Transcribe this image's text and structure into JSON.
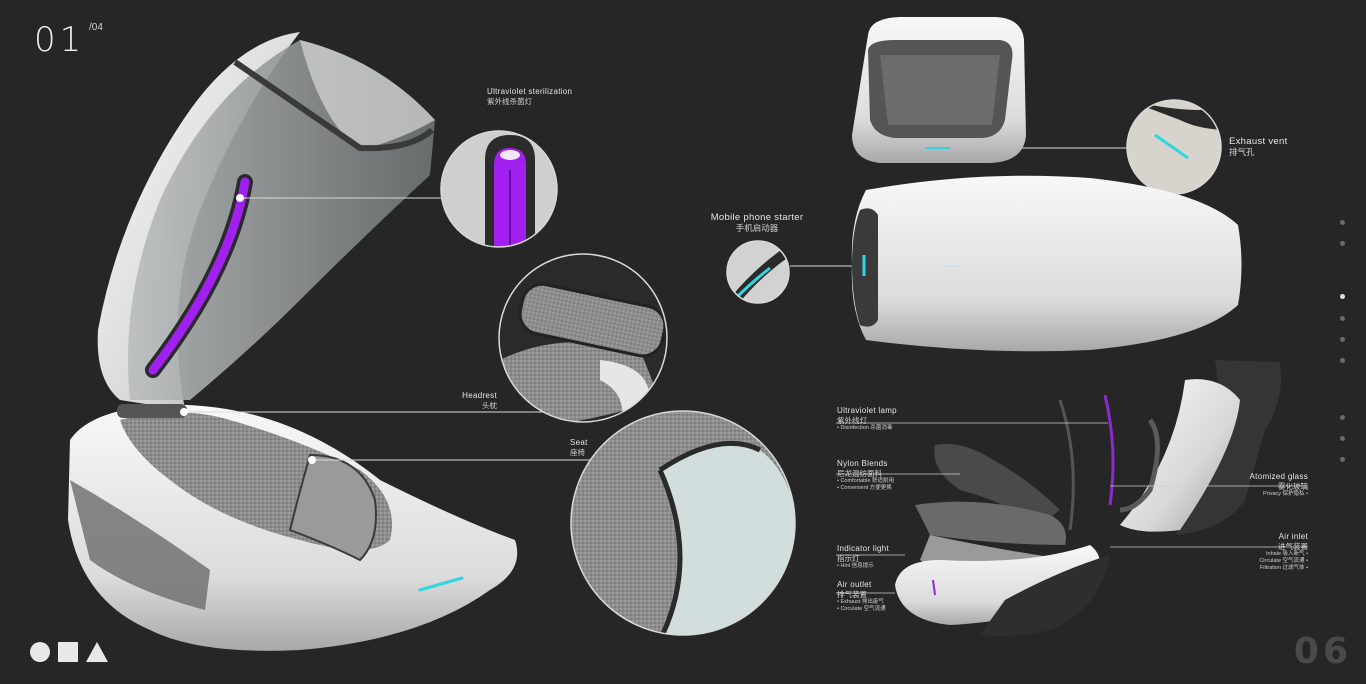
{
  "page": {
    "number": "01",
    "total": "/04",
    "footer_number": "06"
  },
  "callouts": {
    "uv_sterilization": {
      "en": "Ultraviolet sterilization",
      "cn": "紫外线杀菌灯"
    },
    "headrest": {
      "en": "Headrest",
      "cn": "头枕"
    },
    "seat": {
      "en": "Seat",
      "cn": "座椅"
    },
    "exhaust_vent": {
      "en": "Exhaust vent",
      "cn": "排气孔"
    },
    "mobile_phone_starter": {
      "en": "Mobile phone starter",
      "cn": "手机启动器"
    }
  },
  "exploded": {
    "uv_lamp": {
      "en": "Ultraviolet lamp",
      "cn": "紫外线灯",
      "items": [
        "• Disinfection   杀菌消毒"
      ]
    },
    "nylon_blends": {
      "en": "Nylon Blends",
      "cn": "尼龙混纺面料",
      "items": [
        "• Comfortable   舒适耐用",
        "• Convenient   方便更换"
      ]
    },
    "indicator_light": {
      "en": "Indicator light",
      "cn": "指示灯",
      "items": [
        "• Hint   信息提示"
      ]
    },
    "air_outlet": {
      "en": "Air outlet",
      "cn": "排气装置",
      "items": [
        "• Exhaust   排出废气",
        "• Circulate   空气流通"
      ]
    },
    "atomized_glass": {
      "en": "Atomized glass",
      "cn": "雾化玻璃",
      "items": [
        "Privacy   保护隐私 •"
      ]
    },
    "air_inlet": {
      "en": "Air inlet",
      "cn": "进气装置",
      "items": [
        "Inhale   吸入新气 •",
        "Circulate   空气流通 •",
        "Filtration   过滤气体 •"
      ]
    }
  },
  "nav_dots": [
    false,
    false,
    true,
    false,
    false,
    false,
    false,
    false,
    false
  ],
  "colors": {
    "background": "#262626",
    "uv_purple": "#a020f0",
    "indicator_cyan": "#2fd6e0",
    "shell_white": "#eeeeee",
    "fabric_gray": "#8a8a8a"
  }
}
